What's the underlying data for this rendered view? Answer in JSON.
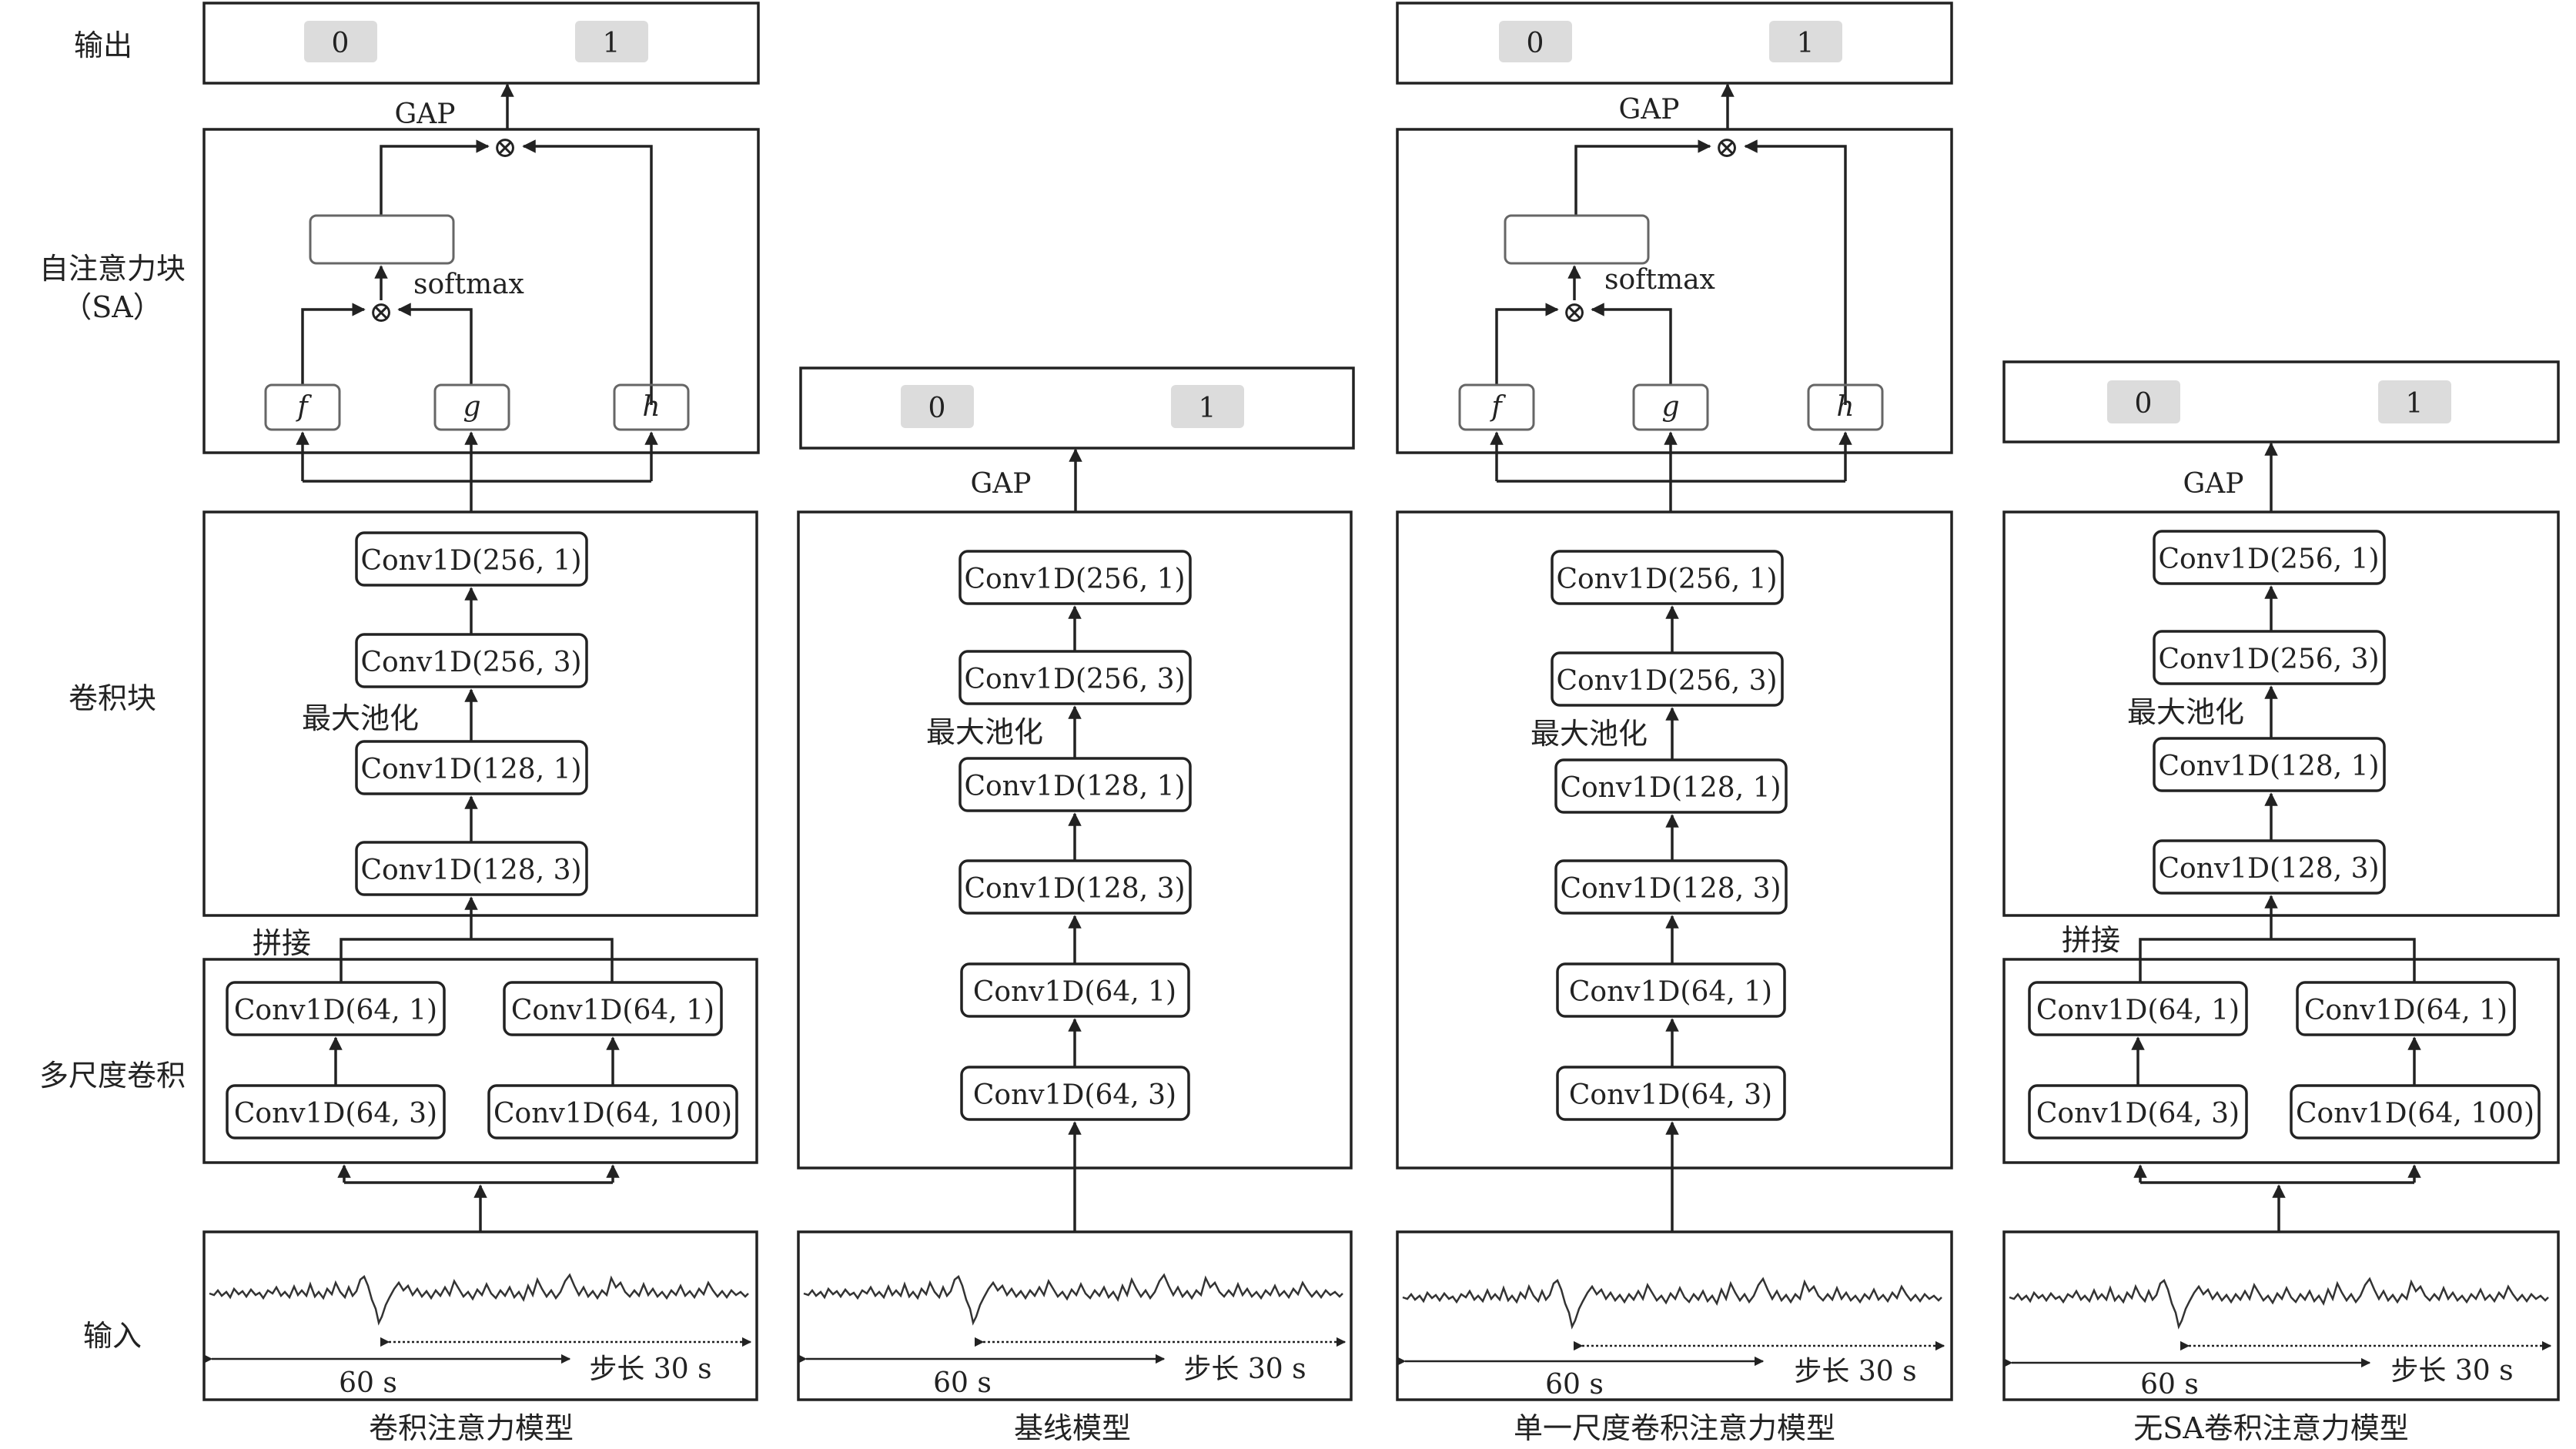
{
  "row_labels": {
    "output": "输出",
    "sa_line1": "自注意力块",
    "sa_line2": "（SA）",
    "conv": "卷积块",
    "multi": "多尺度卷积",
    "input": "输入"
  },
  "common": {
    "out0": "0",
    "out1": "1",
    "gap": "GAP",
    "softmax": "softmax",
    "f": "f",
    "g": "g",
    "h": "h",
    "maxpool": "最大池化",
    "concat": "拼接",
    "conv256_1": "Conv1D(256, 1)",
    "conv256_3": "Conv1D(256, 3)",
    "conv128_1": "Conv1D(128, 1)",
    "conv128_3": "Conv1D(128, 3)",
    "conv64_1": "Conv1D(64, 1)",
    "conv64_3": "Conv1D(64, 3)",
    "conv64_100": "Conv1D(64, 100)",
    "win60": "60 s",
    "step30": "步长 30 s",
    "otimes": "⊗"
  },
  "titles": {
    "a": "卷积注意力模型",
    "b": "基线模型",
    "c": "单一尺度卷积注意力模型",
    "d": "无SA卷积注意力模型"
  },
  "colors": {
    "line": "#222222",
    "output_badge": "#dcdcdc",
    "signal": "#333333"
  }
}
